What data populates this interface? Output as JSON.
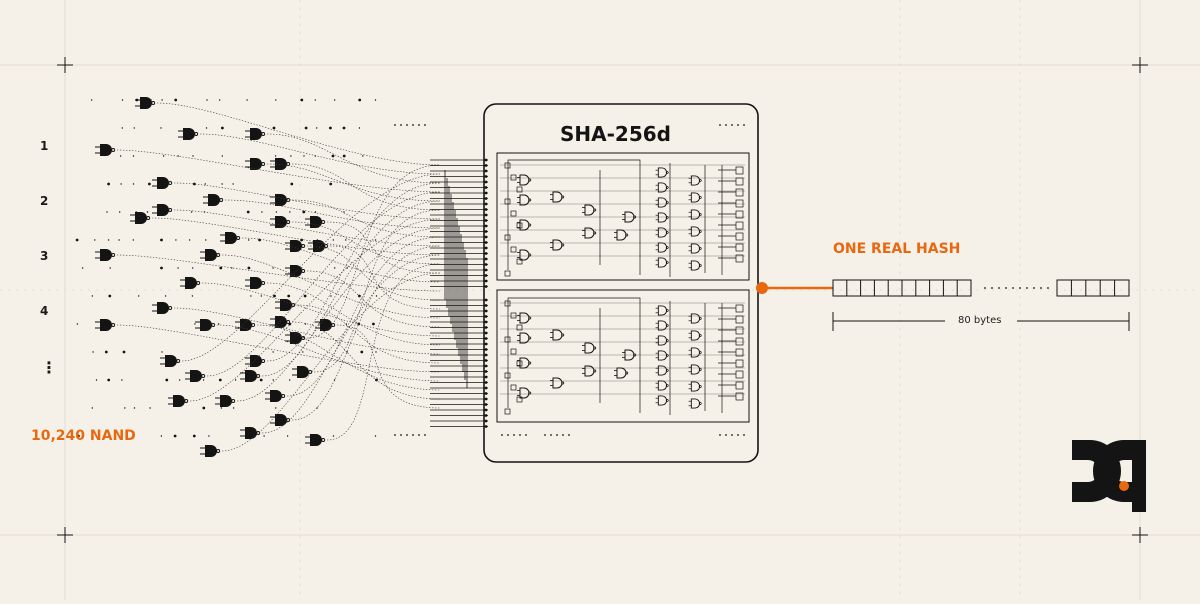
{
  "diagram": {
    "row_labels": [
      "1",
      "2",
      "3",
      "4"
    ],
    "ellipsis": "⋮",
    "gate_count_label": "10,240 NAND",
    "block_title": "SHA-256d",
    "output_label": "ONE REAL HASH",
    "bytes_label": "80 bytes",
    "icons": [
      "nand-gate-icon",
      "logo-icon"
    ],
    "colors": {
      "background": "#f6f1e8",
      "ink": "#141414",
      "accent": "#e8680f",
      "grid": "#d9d2c6"
    }
  }
}
